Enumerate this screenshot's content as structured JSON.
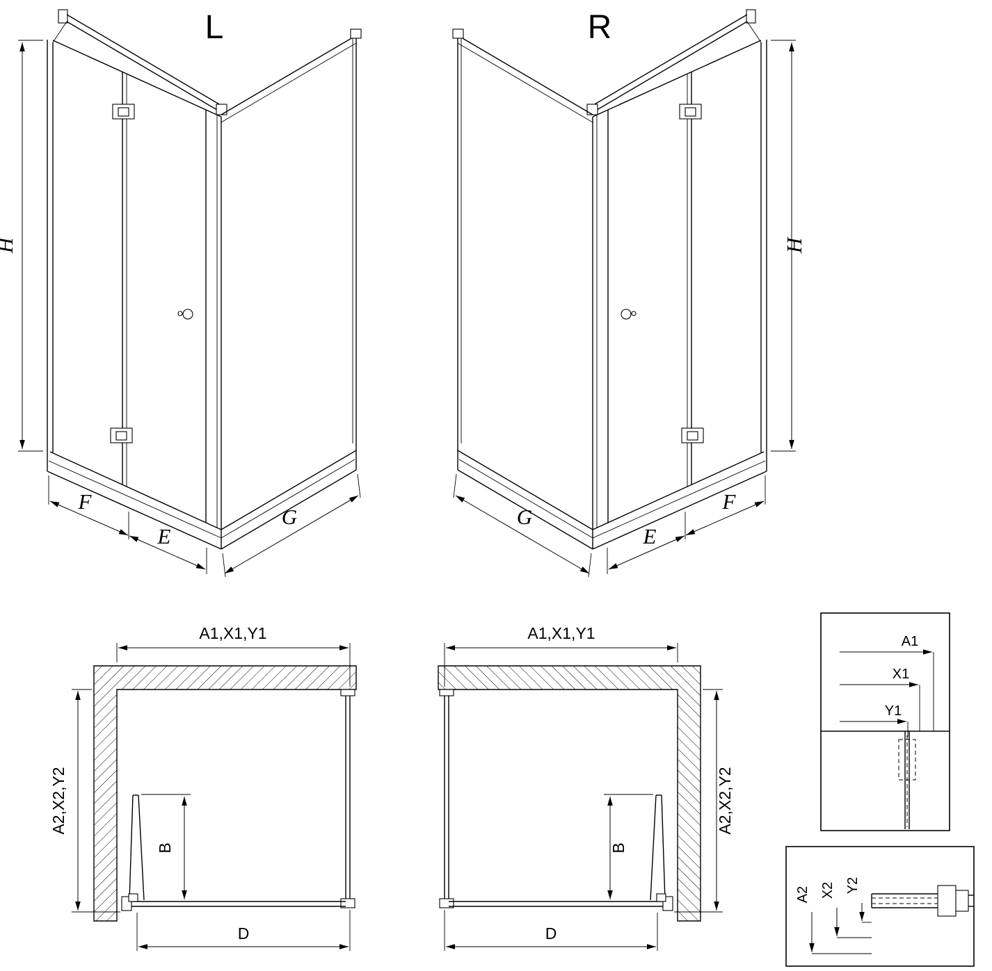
{
  "colors": {
    "line": "#000000",
    "background": "#ffffff"
  },
  "iso_left": {
    "title": "L",
    "dim_height": "H",
    "dim_door_fold": "F",
    "dim_door_fixed": "E",
    "dim_side_panel": "G"
  },
  "iso_right": {
    "title": "R",
    "dim_height": "H",
    "dim_door_fold": "F",
    "dim_door_fixed": "E",
    "dim_side_panel": "G"
  },
  "plan_left": {
    "dim_top": "A1,X1,Y1",
    "dim_side": "A2,X2,Y2",
    "dim_door_depth": "B",
    "dim_base": "D"
  },
  "plan_right": {
    "dim_top": "A1,X1,Y1",
    "dim_side": "A2,X2,Y2",
    "dim_door_depth": "B",
    "dim_base": "D"
  },
  "detail_width": {
    "dim_a": "A1",
    "dim_x": "X1",
    "dim_y": "Y1"
  },
  "detail_depth": {
    "dim_a": "A2",
    "dim_x": "X2",
    "dim_y": "Y2"
  }
}
